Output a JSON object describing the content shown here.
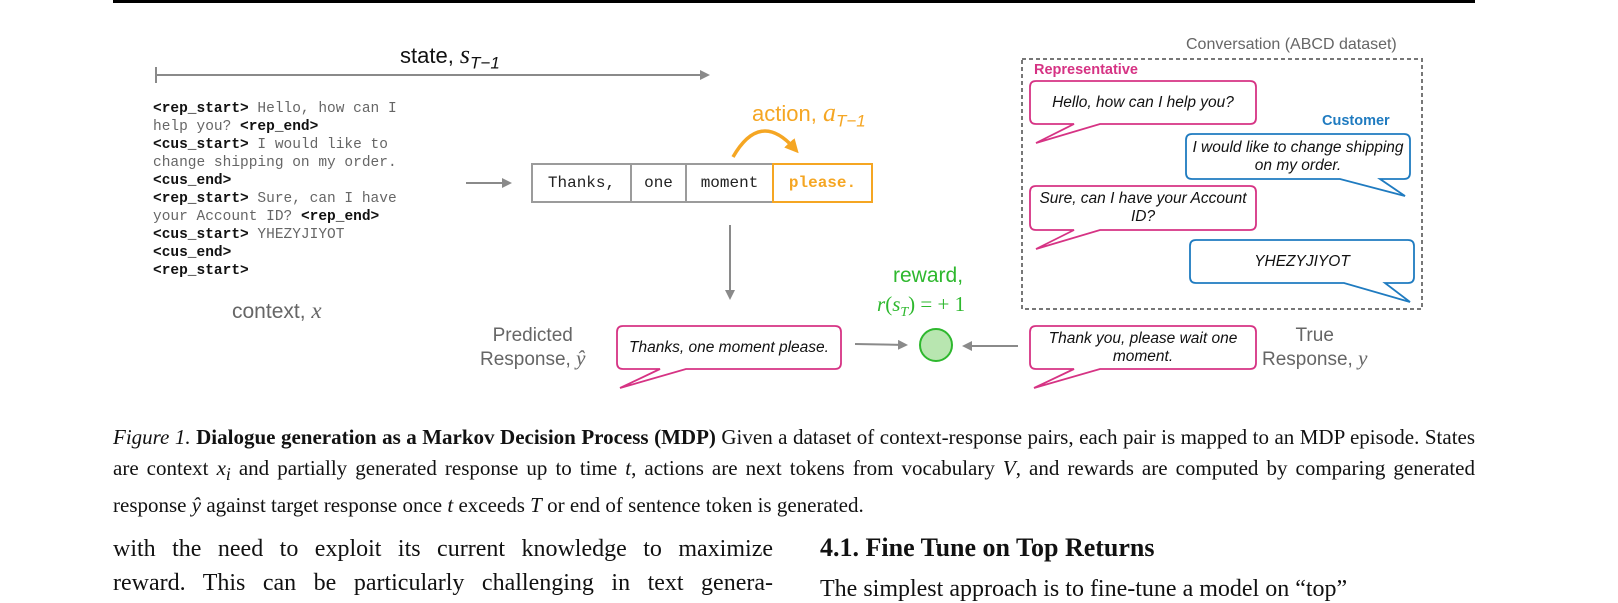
{
  "figure": {
    "state": {
      "label": "state, ",
      "symbol": "s",
      "subscript": "T−1"
    },
    "context": {
      "lines": [
        [
          {
            "t": "<rep_start>",
            "tok": true
          },
          {
            "t": " Hello, how can I"
          }
        ],
        [
          {
            "t": "help you? "
          },
          {
            "t": "<rep_end>",
            "tok": true
          }
        ],
        [
          {
            "t": "<cus_start>",
            "tok": true
          },
          {
            "t": " I would like to"
          }
        ],
        [
          {
            "t": "change shipping on my order."
          }
        ],
        [
          {
            "t": "<cus_end>",
            "tok": true
          }
        ],
        [
          {
            "t": "<rep_start>",
            "tok": true
          },
          {
            "t": " Sure, can I have"
          }
        ],
        [
          {
            "t": "your Account ID? "
          },
          {
            "t": "<rep_end>",
            "tok": true
          }
        ],
        [
          {
            "t": "<cus_start>",
            "tok": true
          },
          {
            "t": " YHEZYJIYOT"
          }
        ],
        [
          {
            "t": "<cus_end>",
            "tok": true
          }
        ],
        [
          {
            "t": "<rep_start>",
            "tok": true
          }
        ]
      ],
      "label": "context, ",
      "symbol": "x"
    },
    "tokens": [
      "Thanks,",
      "one",
      "moment",
      "please."
    ],
    "action": {
      "label": "action, ",
      "symbol": "a",
      "subscript": "T−1"
    },
    "reward": {
      "title": "reward,",
      "r": "r",
      "s": "s",
      "sub": "T",
      "tail": ") = + 1"
    },
    "predicted": {
      "line1": "Predicted",
      "line2": "Response, ",
      "symbol": "ŷ",
      "text": "Thanks, one moment please."
    },
    "true_response": {
      "line1": "True",
      "line2": "Response, ",
      "symbol": "y",
      "text": "Thank you, please wait one moment."
    },
    "conversation": {
      "title": "Conversation (ABCD dataset)",
      "rep_label": "Representative",
      "cus_label": "Customer",
      "bubbles": [
        "Hello, how can I help you?",
        "I would like to change shipping on my order.",
        "Sure, can I have your Account ID?",
        "YHEZYJIYOT"
      ]
    },
    "colors": {
      "orange": "#f5a623",
      "green": "#2eb82e",
      "pink": "#d63384",
      "blue": "#1f7bc0",
      "gray": "#9b9b9b"
    }
  },
  "caption": {
    "fig": "Figure 1.",
    "title": "Dialogue generation as a Markov Decision Process (MDP)",
    "p1": " Given a dataset of context-response pairs, each pair is mapped to an MDP episode. States are context ",
    "x": "x",
    "i": "i",
    "p2": " and partially generated response up to time ",
    "t": "t",
    "p3": ", actions are next tokens from vocabulary ",
    "V": "V",
    "p4": ", and rewards are computed by comparing generated response ",
    "yhat": "ŷ",
    "p5": " against target response once ",
    "t2": "t",
    "p6": " exceeds ",
    "T": "T",
    "p7": " or end of sentence token is generated."
  },
  "body": {
    "left_lines": [
      "with the need to exploit its current knowledge to maximize",
      "reward. This can be particularly challenging in text genera-"
    ],
    "section_heading": "4.1. Fine Tune on Top Returns",
    "right_partial": "The simplest approach is to fine-tune a model on “top”"
  }
}
